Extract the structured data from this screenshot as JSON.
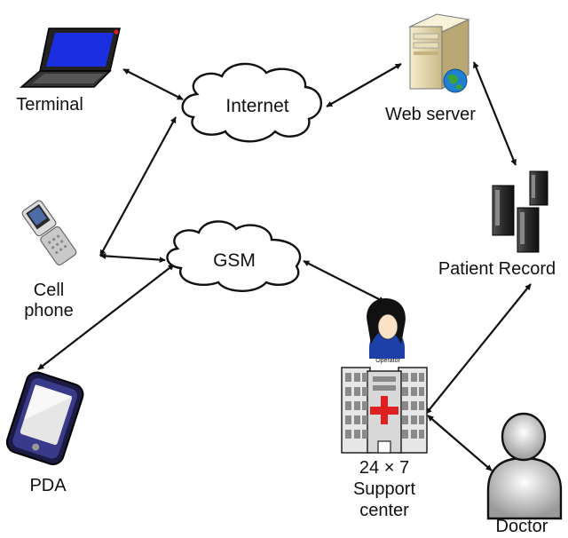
{
  "nodes": {
    "internet": {
      "label": "Internet"
    },
    "gsm": {
      "label": "GSM"
    },
    "terminal": {
      "label": "Terminal",
      "icon": "laptop-icon"
    },
    "cell_phone": {
      "label_line1": "Cell",
      "label_line2": "phone",
      "icon": "flip-phone-icon"
    },
    "pda": {
      "label": "PDA",
      "icon": "pda-icon"
    },
    "web_server": {
      "label": "Web server",
      "icon": "server-globe-icon"
    },
    "patient_record": {
      "label": "Patient Record",
      "icon": "server-tower-icon"
    },
    "support_center": {
      "label_line1": "24 × 7",
      "label_line2": "Support",
      "label_line3": "center",
      "icon": "hospital-building-icon",
      "operator_tag": "Operator"
    },
    "doctor": {
      "label": "Doctor",
      "icon": "person-icon"
    }
  },
  "colors": {
    "laptop_screen": "#1a2fe0",
    "cross": "#e02020",
    "globe": "#1f7fd0",
    "line": "#111111"
  }
}
